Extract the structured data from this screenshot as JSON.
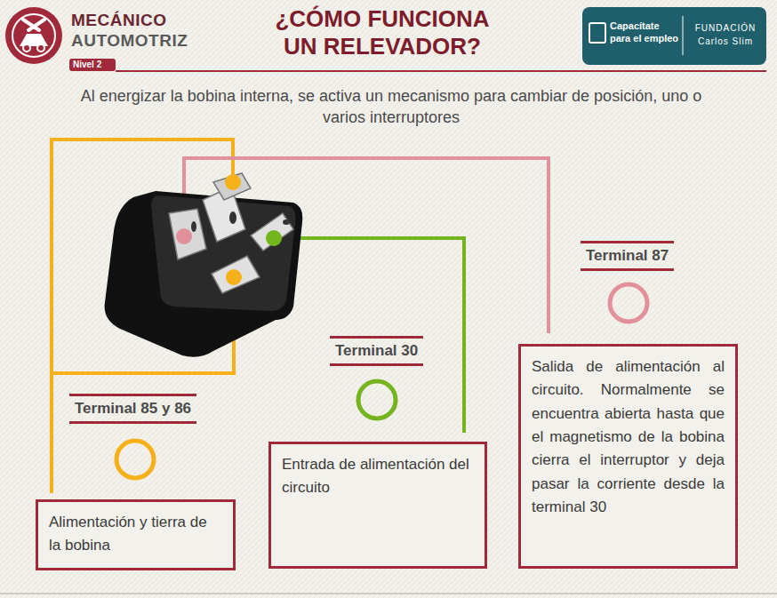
{
  "diagram": {
    "title": "¿CÓMO FUNCIONA UN RELEVADOR?",
    "nodes": [
      {
        "text": [
          "Terminal 85 y 86",
          "Alimentación y tierra de la bobina"
        ]
      },
      {
        "text": [
          "Terminal 30",
          "Entrada de alimentación del circuito"
        ]
      },
      {
        "text": [
          "Terminal 87",
          "Salida de alimentación al circuito. Normalmente se encuentra abierta hasta que el magnetismo de la bobina cierra el interruptor y deja pasar la corriente desde la terminal 30"
        ]
      }
    ],
    "edges": [],
    "labels": [
      "MECÁNICO",
      "AUTOMOTRIZ",
      "Nivel 2",
      "Capacítate para el empleo",
      "FUNDACIÓN Carlos Slim",
      "Al energizar la bobina interna, se activa un mecanismo para cambiar de posición, uno o varios interruptores"
    ]
  }
}
